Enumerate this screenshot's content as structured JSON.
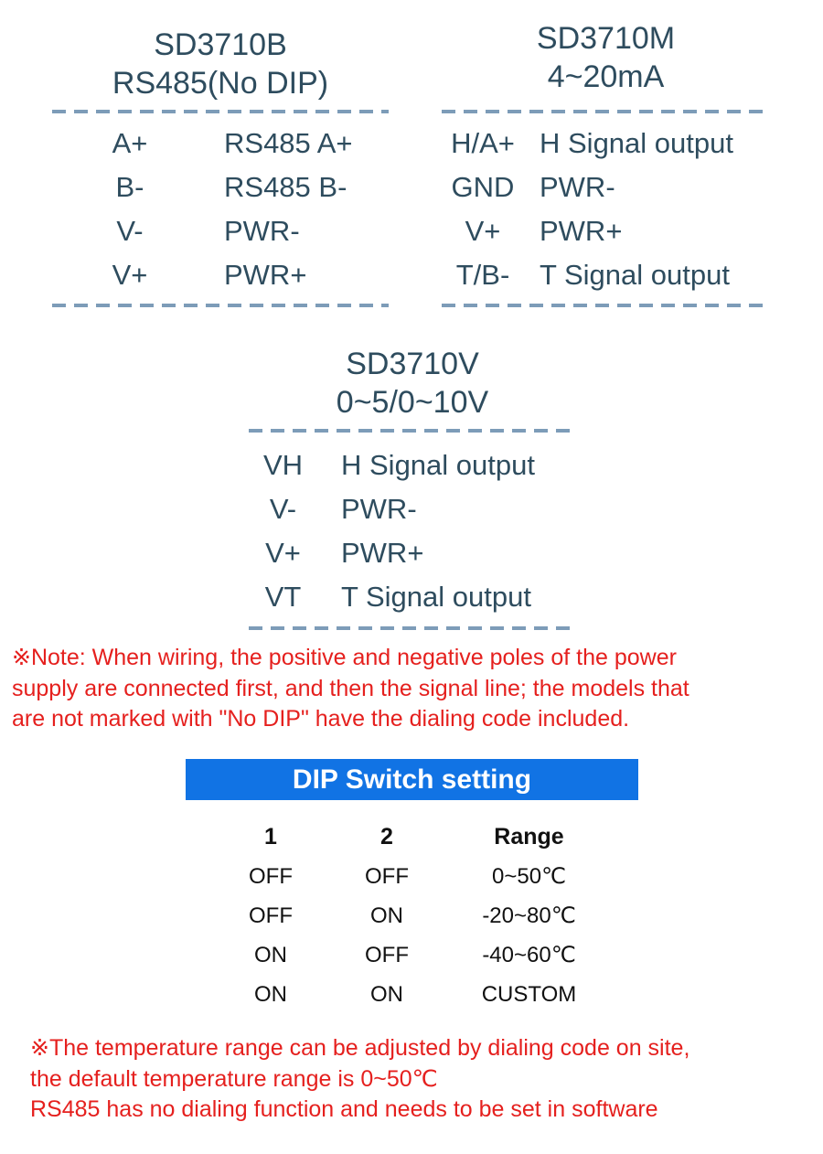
{
  "pin_tables": [
    {
      "title": "SD3710B",
      "subtitle": "RS485(No DIP)",
      "rows": [
        {
          "pin": "A+",
          "desc": "RS485 A+"
        },
        {
          "pin": "B-",
          "desc": "RS485 B-"
        },
        {
          "pin": "V-",
          "desc": "PWR-"
        },
        {
          "pin": "V+",
          "desc": "PWR+"
        }
      ]
    },
    {
      "title": "SD3710M",
      "subtitle": "4~20mA",
      "rows": [
        {
          "pin": "H/A+",
          "desc": "H Signal output"
        },
        {
          "pin": "GND",
          "desc": "PWR-"
        },
        {
          "pin": "V+",
          "desc": "PWR+"
        },
        {
          "pin": "T/B-",
          "desc": "T Signal output"
        }
      ]
    },
    {
      "title": "SD3710V",
      "subtitle": "0~5/0~10V",
      "rows": [
        {
          "pin": "VH",
          "desc": "H Signal output"
        },
        {
          "pin": "V-",
          "desc": "PWR-"
        },
        {
          "pin": "V+",
          "desc": "PWR+"
        },
        {
          "pin": "VT",
          "desc": "T Signal output"
        }
      ]
    }
  ],
  "wiring_note_lines": [
    "※Note: When wiring, the positive and negative poles of the power",
    "supply are connected first, and then the signal line; the models that",
    "are not marked with \"No DIP\" have the dialing code included."
  ],
  "dip_switch": {
    "header": "DIP Switch setting",
    "columns": [
      "1",
      "2",
      "Range"
    ],
    "rows": [
      [
        "OFF",
        "OFF",
        "0~50℃"
      ],
      [
        "OFF",
        "ON",
        "-20~80℃"
      ],
      [
        "ON",
        "OFF",
        "-40~60℃"
      ],
      [
        "ON",
        "ON",
        "CUSTOM"
      ]
    ]
  },
  "range_note_lines": [
    "※The temperature range can be adjusted by dialing code on site,",
    "the default temperature range is 0~50℃",
    "RS485 has no dialing function and needs to be set in software"
  ],
  "colors": {
    "ink": "#2e4c5e",
    "dash": "#7d9cb8",
    "note_red": "#e5201e",
    "header_blue": "#1173e4",
    "table_text": "#111111"
  }
}
